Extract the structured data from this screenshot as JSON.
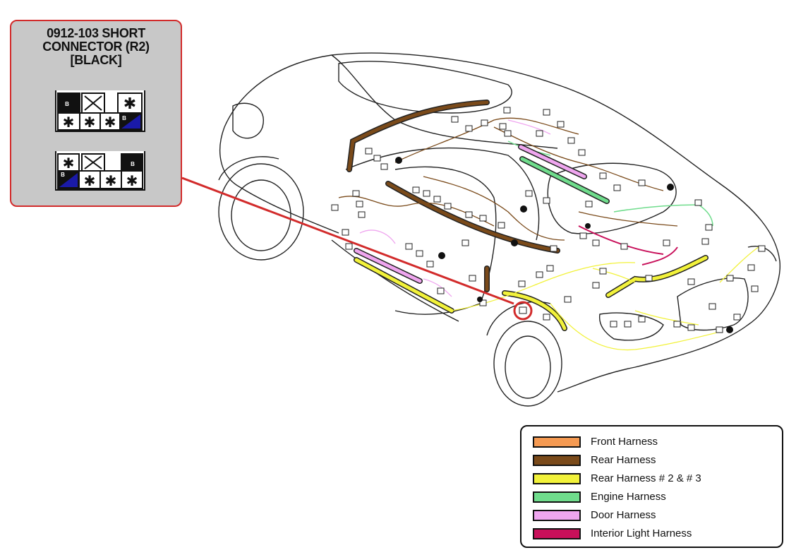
{
  "callout": {
    "title_lines": [
      "0912-103 SHORT",
      "CONNECTOR (R2)",
      "[BLACK]"
    ],
    "pin_mark": "B",
    "box_color": "#c8c8c8",
    "border_color": "#d22b2b"
  },
  "legend": {
    "items": [
      {
        "label": "Front Harness",
        "color": "#f59a52"
      },
      {
        "label": "Rear Harness",
        "color": "#7a4a1a"
      },
      {
        "label": "Rear Harness # 2 & # 3",
        "color": "#f2f23a"
      },
      {
        "label": "Engine Harness",
        "color": "#6fdc8c"
      },
      {
        "label": "Door Harness",
        "color": "#efa6ef"
      },
      {
        "label": "Interior Light Harness",
        "color": "#c8105a"
      }
    ]
  },
  "colors": {
    "outline": "#222222",
    "pointer": "#d22b2b",
    "pin_fill_black": "#111111",
    "pin_fill_blue": "#1a1aa8"
  }
}
